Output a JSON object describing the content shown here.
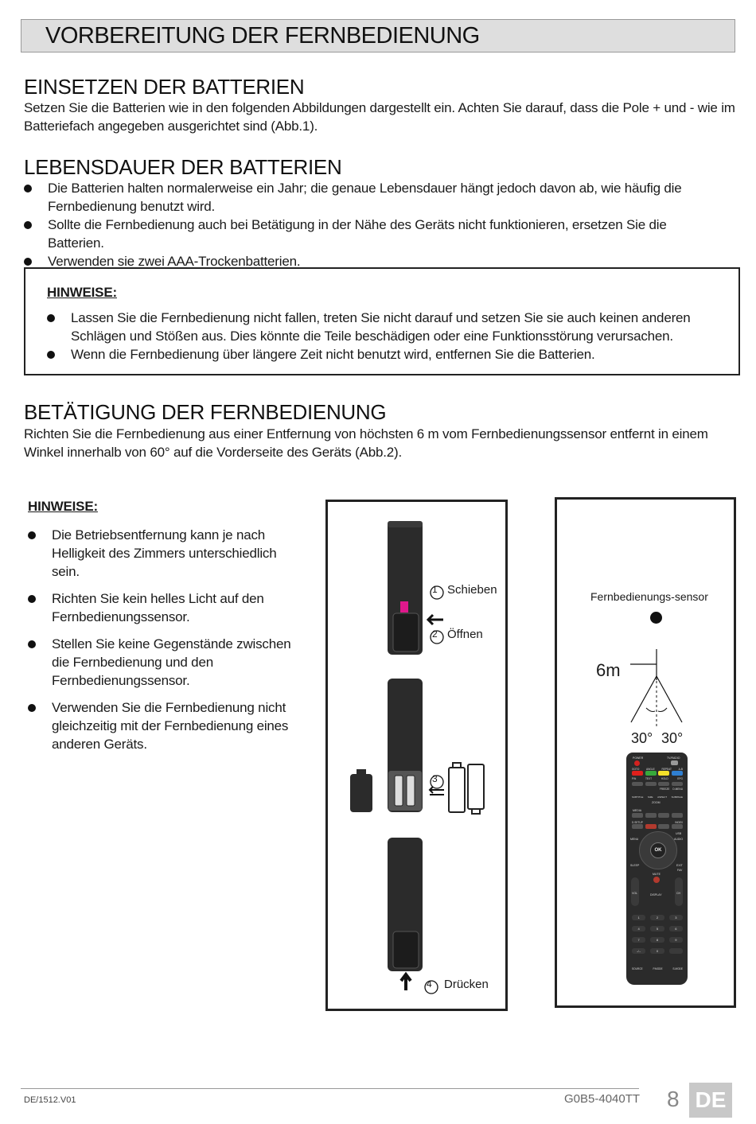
{
  "header": {
    "title": "VORBEREITUNG DER FERNBEDIENUNG"
  },
  "section_batteries": {
    "heading": "EINSETZEN DER BATTERIEN",
    "text_line1": "Setzen Sie die Batterien wie in den folgenden Abbildungen dargestellt ein. Achten Sie darauf, dass die Pole + und - wie im",
    "text_line2": "Batteriefach angegeben ausgerichtet sind (Abb.1)."
  },
  "section_life": {
    "heading": "LEBENSDAUER DER BATTERIEN",
    "items": [
      "Die Batterien halten normalerweise ein Jahr; die genaue Lebensdauer hängt jedoch davon ab, wie häufig die Fernbedienung benutzt wird.",
      "Sollte die Fernbedienung auch bei Betätigung in der Nähe des Geräts nicht funktionieren, ersetzen Sie die Batterien.",
      "Verwenden sie zwei AAA-Trockenbatterien."
    ]
  },
  "notes1": {
    "heading": "HINWEISE:",
    "items": [
      "Lassen Sie die Fernbedienung nicht fallen, treten Sie nicht darauf und setzen Sie sie auch keinen anderen Schlägen und Stößen aus. Dies könnte die Teile beschädigen oder eine Funktionsstörung verursachen.",
      "Wenn die Fernbedienung über längere Zeit nicht benutzt wird, entfernen Sie die Batterien."
    ]
  },
  "section_operation": {
    "heading": "BETÄTIGUNG DER FERNBEDIENUNG",
    "text_line1": "Richten Sie die Fernbedienung aus einer Entfernung von höchsten 6 m vom Fernbedienungssensor entfernt in einem",
    "text_line2": "Winkel innerhalb von 60° auf die Vorderseite des Geräts (Abb.2)."
  },
  "notes2": {
    "heading": "HINWEISE:",
    "items": [
      "Die Betriebsentfernung kann je nach Helligkeit des Zimmers unterschiedlich sein.",
      "Richten Sie kein helles Licht auf den Fernbedienungssensor.",
      "Stellen Sie keine Gegenstände zwischen die Fernbedienung und den Fernbedienungssensor.",
      "Verwenden Sie die Fernbedienung nicht gleichzeitig mit der Fernbedienung eines anderen Geräts."
    ]
  },
  "figure1": {
    "step1_num": "1",
    "step1_label": "Schieben",
    "step2_num": "2",
    "step2_label": "Öffnen",
    "step3_num": "3",
    "step4_num": "4",
    "step4_label": "Drücken"
  },
  "figure2": {
    "sensor_label": "Fernbedienungs-sensor",
    "distance_label": "6m",
    "angle_left": "30°",
    "angle_right": "30°",
    "remote_buttons": {
      "power": "POWER",
      "tvradio": "TV/RADIO",
      "row_func": [
        "GOTO",
        "ANGLE",
        "REPEAT",
        "A-B"
      ],
      "row2": [
        "P/N",
        "TEXT",
        "HOLD",
        "EPG"
      ],
      "row3": [
        "",
        "",
        "FREEZE",
        "D.MENU"
      ],
      "row4": [
        "SUBTITLE",
        "SIZE",
        "ASPECT",
        "SUBPAGE"
      ],
      "zoom": "ZOOM",
      "media": "MEDIA",
      "row_setup": [
        "D.SETUP",
        "",
        "",
        "INDEX"
      ],
      "usb": "USB",
      "menu": "MENU",
      "audio": "AUDIO",
      "ok": "OK",
      "sleep": "SLEEP",
      "exit": "EXIT",
      "fav": "FAV",
      "mute": "MUTE",
      "vol": "VOL",
      "display": "DISPLAY",
      "ch": "CH",
      "digits": [
        "1",
        "2",
        "3",
        "4",
        "5",
        "6",
        "7",
        "8",
        "9",
        "-/--",
        "0",
        ""
      ],
      "bottom": [
        "SOURCE",
        "P.MODE",
        "S.MODE"
      ]
    }
  },
  "footer": {
    "code": "DE/1512.V01",
    "model": "G0B5-4040TT",
    "page": "8",
    "lang": "DE"
  },
  "colors": {
    "title_bg": "#dedede",
    "lang_badge_bg": "#c8c8c8",
    "remote_body": "#2b2b2b",
    "accent_pink": "#e0188c"
  }
}
